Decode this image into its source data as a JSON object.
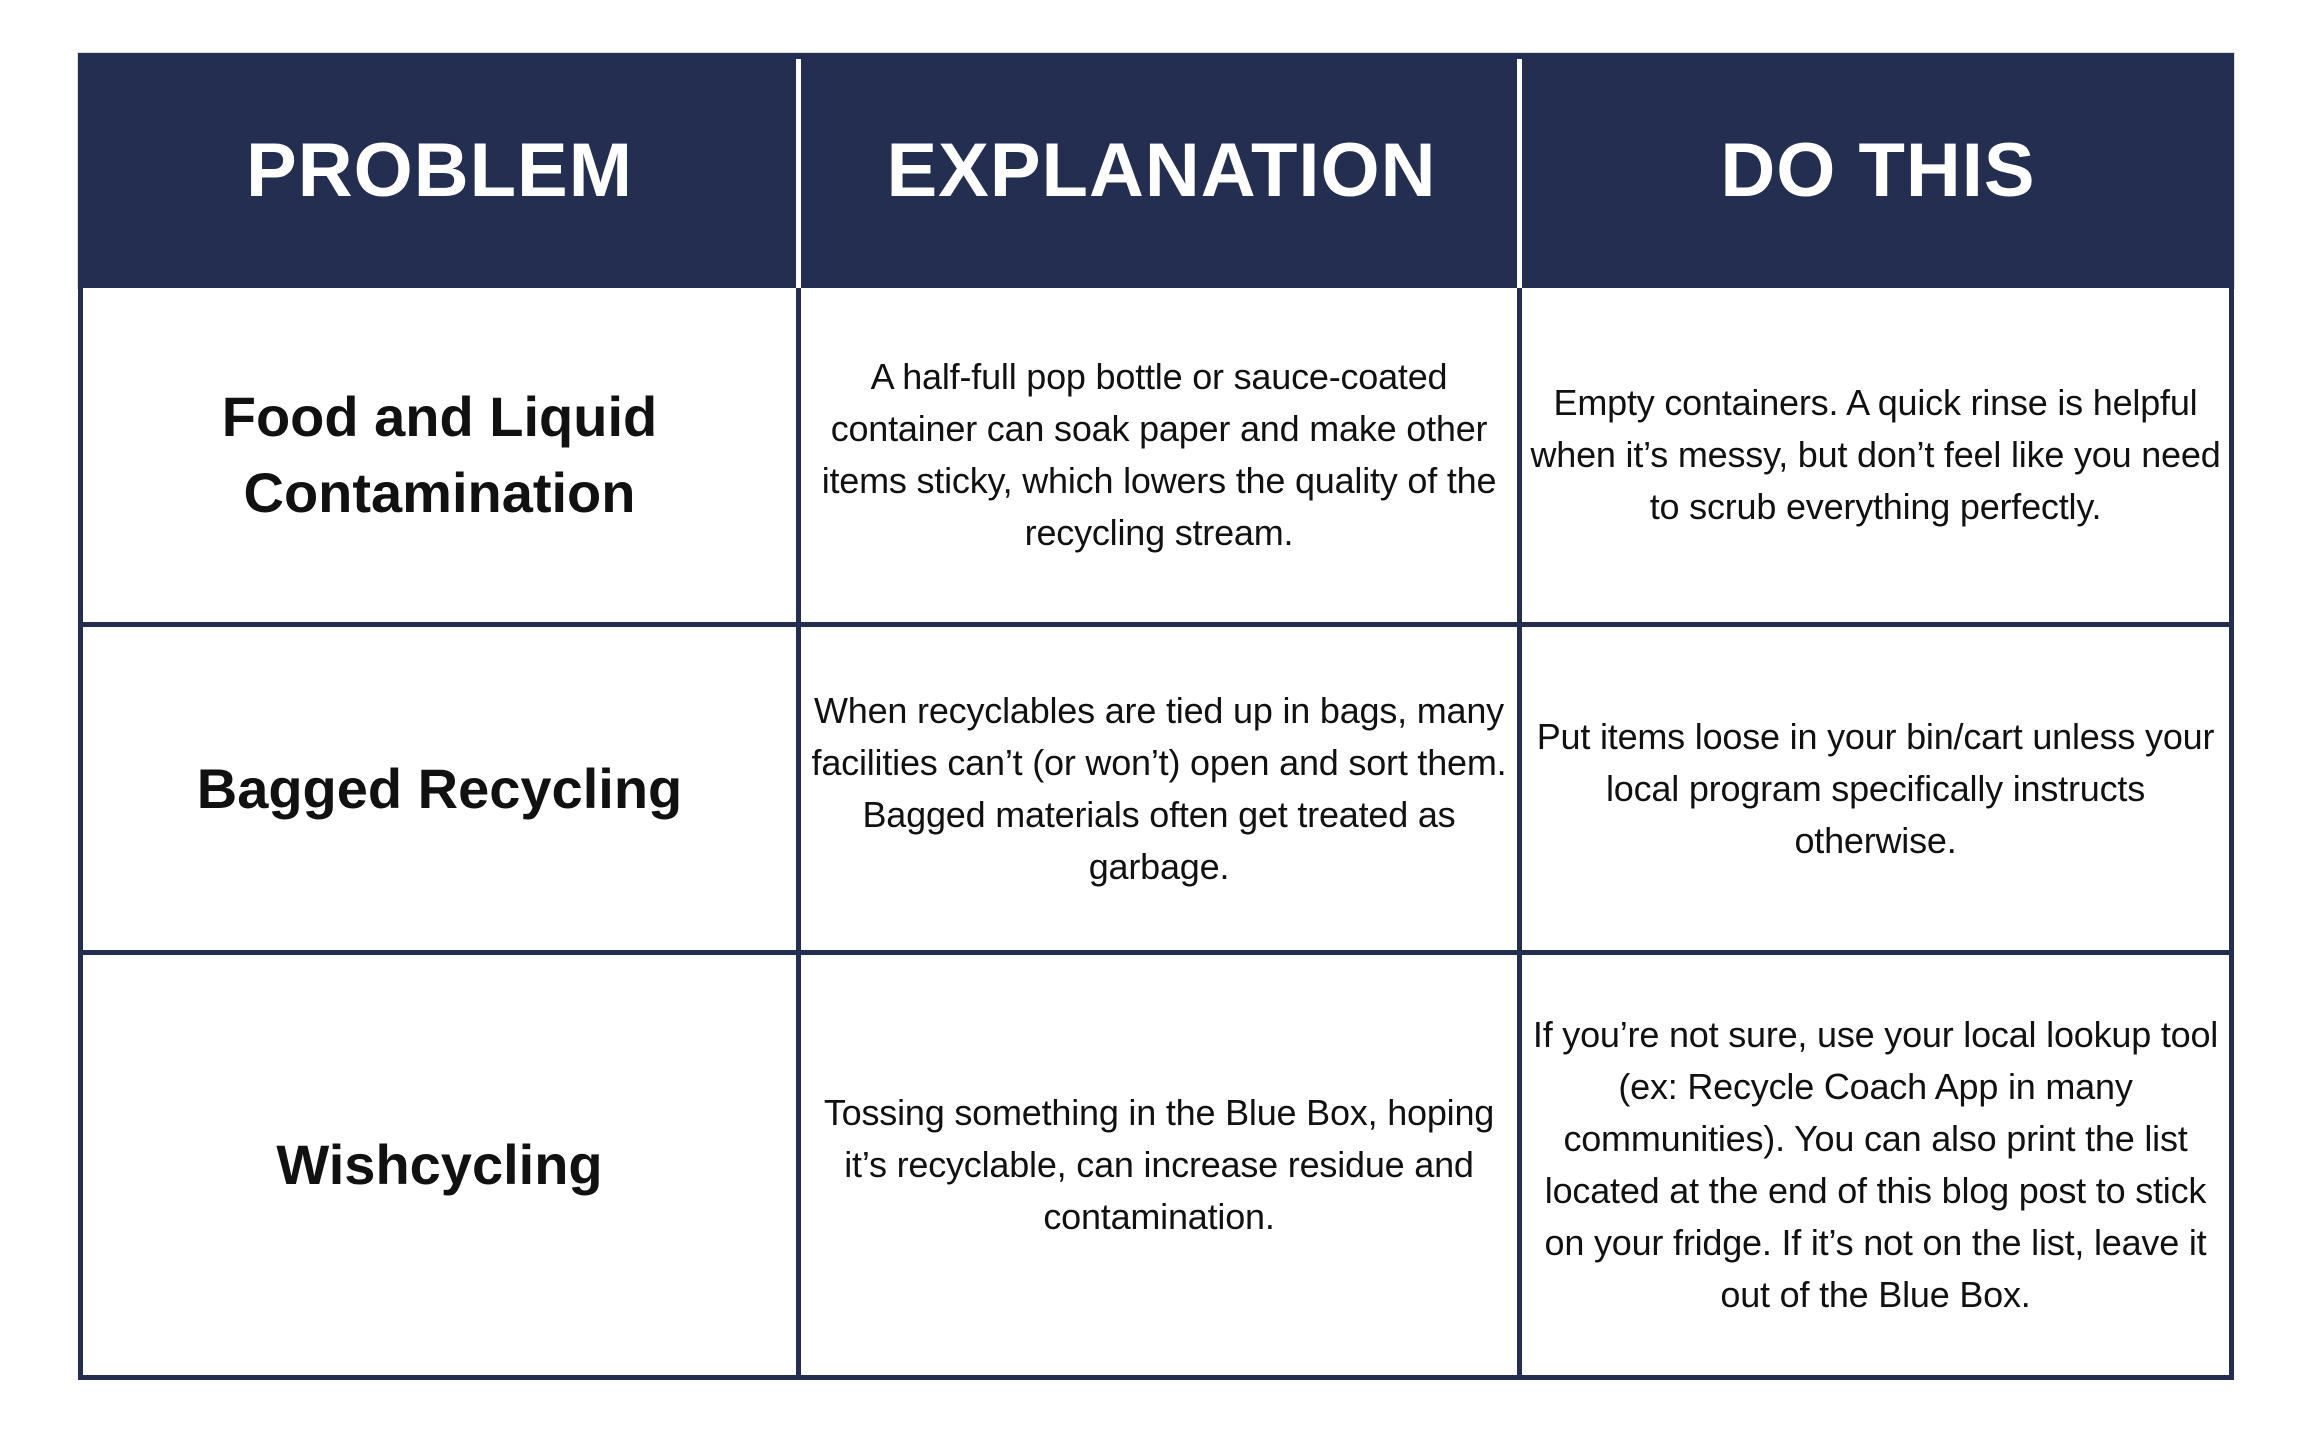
{
  "table": {
    "header": {
      "columns": [
        "PROBLEM",
        "EXPLANATION",
        "DO THIS"
      ],
      "bg_color": "#232e51",
      "text_color": "#ffffff"
    },
    "border_color": "#232e51",
    "rows": [
      {
        "problem": "Food and Liquid Contamination",
        "explanation": "A half-full pop bottle or sauce-coated container can soak paper and make other items sticky, which lowers the quality of the recycling stream.",
        "do_this": "Empty containers. A quick rinse is helpful when it’s messy, but don’t feel like you need to scrub everything perfectly."
      },
      {
        "problem": "Bagged Recycling",
        "explanation": "When recyclables are tied up in bags, many facilities can’t (or won’t) open and sort them. Bagged materials often get treated as garbage.",
        "do_this": "Put items loose in your bin/cart unless your local program specifically instructs otherwise."
      },
      {
        "problem": "Wishcycling",
        "explanation": "Tossing something in the Blue Box, hoping it’s recyclable, can increase residue and contamination.",
        "do_this": "If you’re not sure, use your local lookup tool (ex: Recycle Coach App in many communities). You can also print the list located at the end of this blog post to stick on your fridge. If it’s not on the list, leave it out of the Blue Box."
      }
    ]
  }
}
